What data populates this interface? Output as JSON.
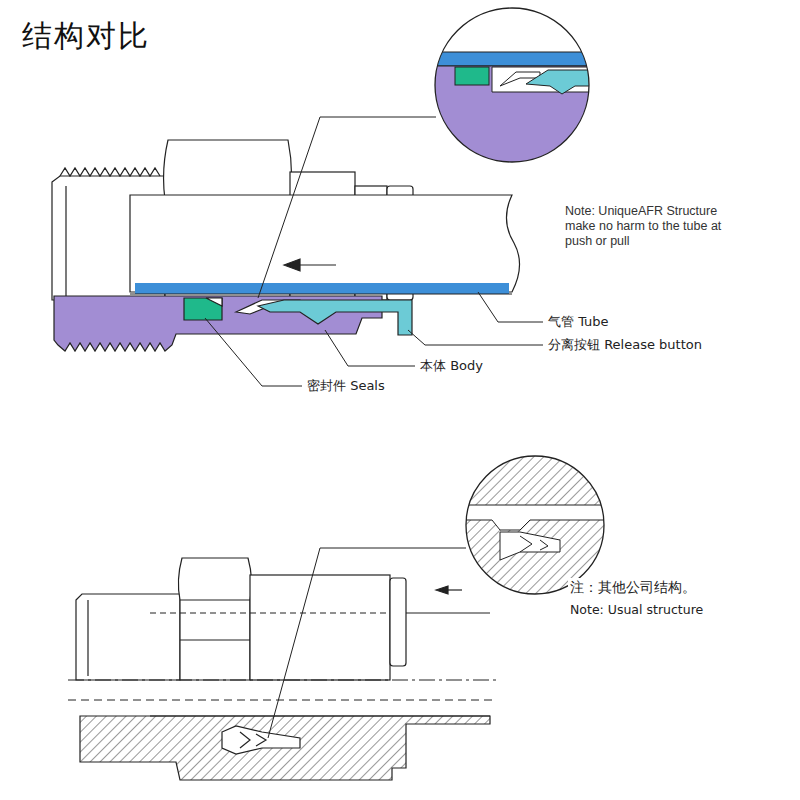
{
  "diagram": {
    "title": "结构对比",
    "labels": [
      "气管 Tube",
      "分离按钮 Release button",
      "本体 Body",
      "密封件 Seals",
      "Note: UniqueAFR Structure make no harm to the tube at push or pull",
      "注：其他公司结构。",
      "Note: Usual structure"
    ]
  }
}
